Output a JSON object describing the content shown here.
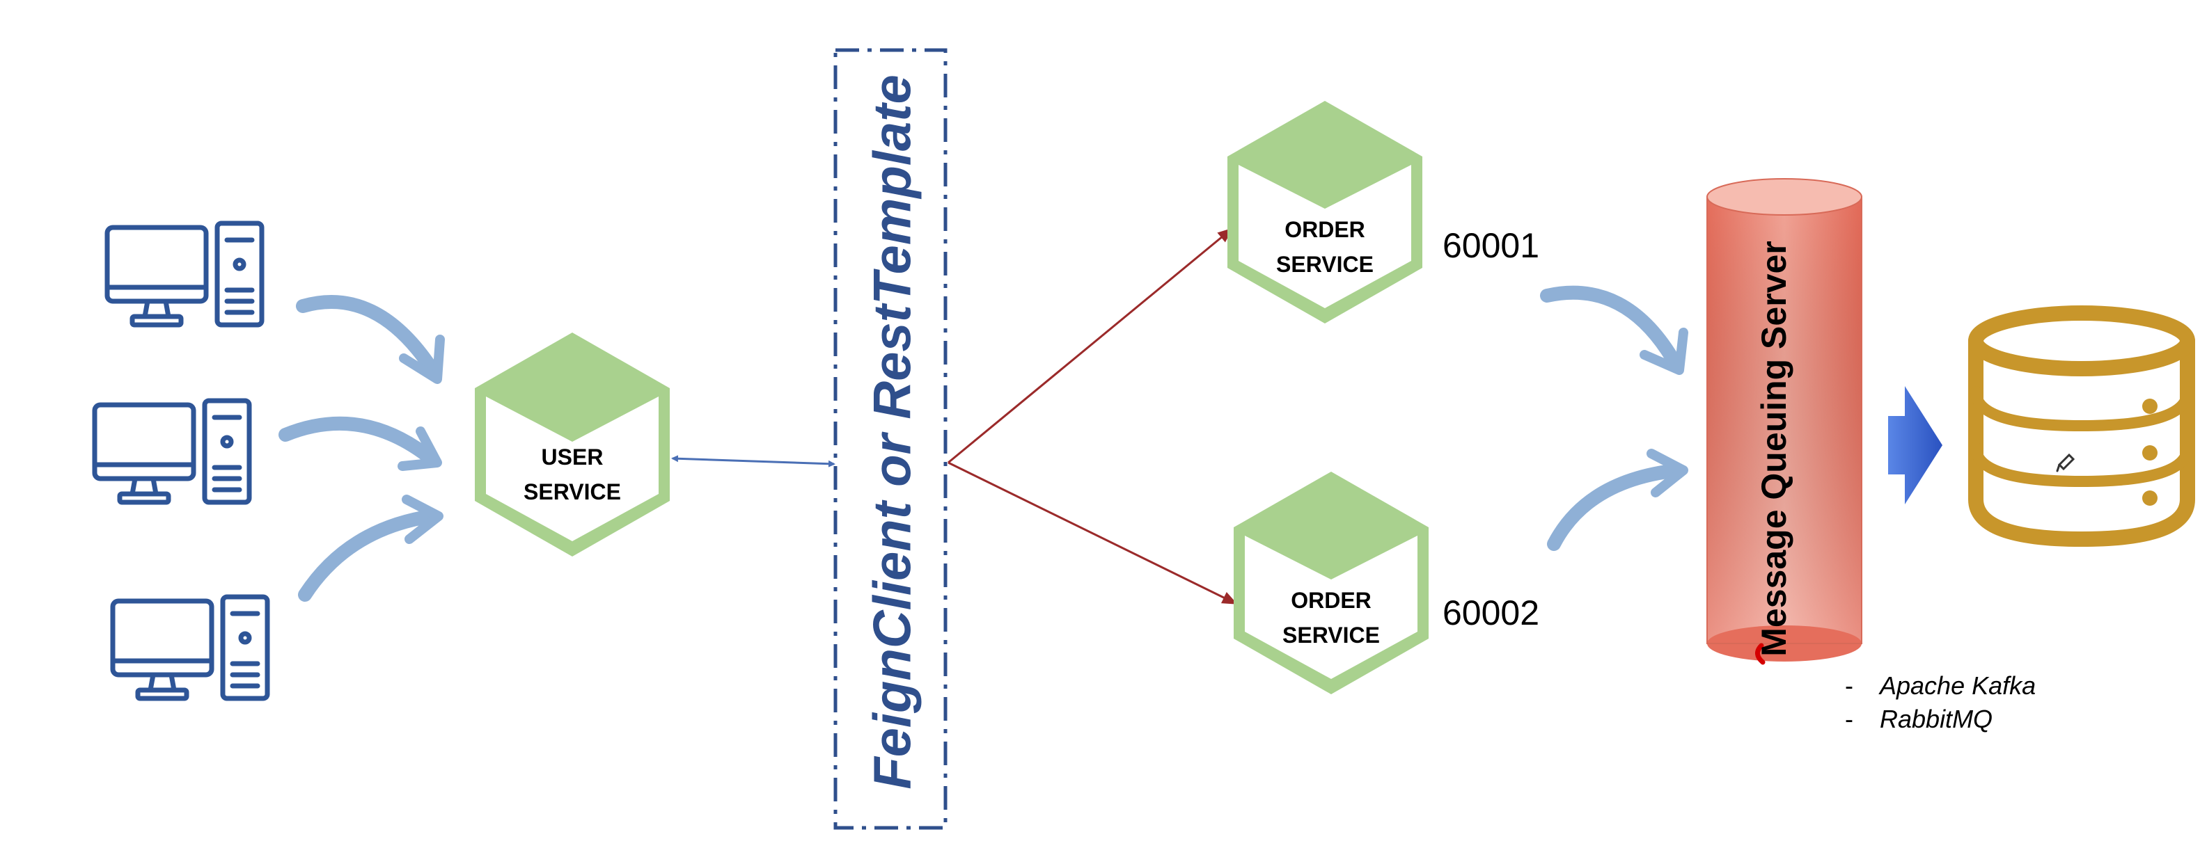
{
  "diagram": {
    "clients": [
      {
        "name": "client-computer-1"
      },
      {
        "name": "client-computer-2"
      },
      {
        "name": "client-computer-3"
      }
    ],
    "user_service": {
      "line1": "USER",
      "line2": "SERVICE"
    },
    "gateway_label": "FeignClient or RestTemplate",
    "order_services": [
      {
        "line1": "ORDER",
        "line2": "SERVICE",
        "port": "60001"
      },
      {
        "line1": "ORDER",
        "line2": "SERVICE",
        "port": "60002"
      }
    ],
    "message_queue": {
      "label": "Message Queuing Server",
      "technologies": [
        "Apache Kafka",
        "RabbitMQ"
      ]
    },
    "colors": {
      "hexagon_green": "#a9d18e",
      "computer_blue": "#2e5597",
      "gateway_blue": "#2f4f8c",
      "curved_arrow": "#8fb0d6",
      "fanout_arrow": "#9b2a2a",
      "cylinder_red": "#e8806f",
      "database_gold": "#c8962b",
      "block_arrow": "#3a66d1"
    }
  }
}
